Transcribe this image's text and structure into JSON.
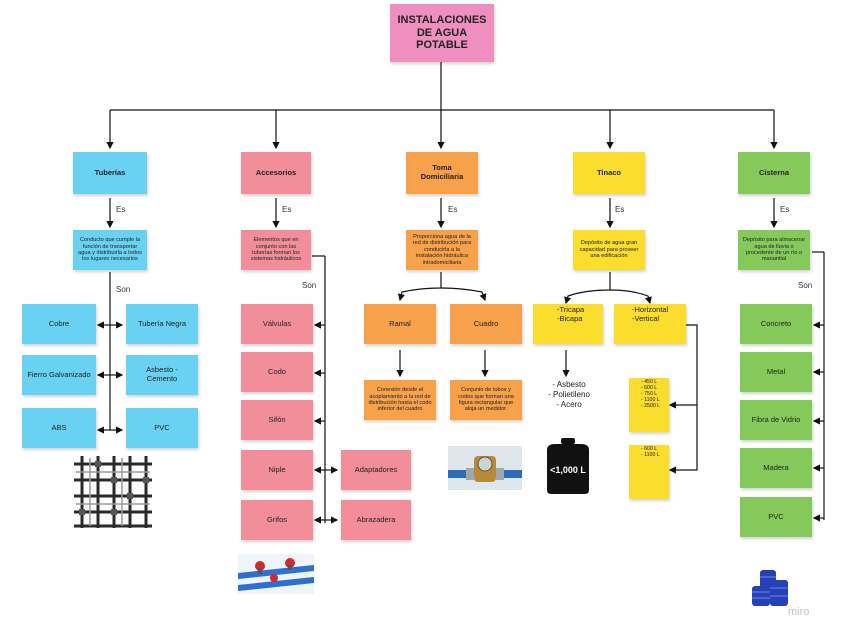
{
  "title": "INSTALACIONES DE AGUA POTABLE",
  "connectors": {
    "es": "Es",
    "son": "Son"
  },
  "columns": {
    "tuberias": {
      "header": "Tuberías",
      "description": "Conducto que cumple la función de transportar agua y distribuirla a todos los lugares necesarios",
      "items": [
        "Cobre",
        "Tubería Negra",
        "Fierro Galvanizado",
        "Asbesto - Cemento",
        "ABS",
        "PVC"
      ]
    },
    "accesorios": {
      "header": "Accesorios",
      "description": "Elementos que en conjunto con las tuberías forman los sistemas hidráulicos",
      "items": [
        "Válvulas",
        "Codo",
        "Sifón",
        "Niple",
        "Grifos",
        "Adaptadores",
        "Abrazadera"
      ]
    },
    "toma": {
      "header": "Toma Domiciliaria",
      "description": "Proporciona agua de la red de distribución para conducirla a la instalación hidráulica intradomiciliaria",
      "ramal": "Ramal",
      "ramal_desc": "Conexión desde el acoplamiento a la red de distribución hasta el codo inferior del cuadro",
      "cuadro": "Cuadro",
      "cuadro_desc": "Conjunto de tubos y codos que forman una figura rectangular que aloja un medidor."
    },
    "tinaco": {
      "header": "Tinaco",
      "description": "Depósito de agua gran capacidad para proveer una edificación",
      "tricapa": [
        "-Tricapa",
        "-Bicapa"
      ],
      "horizontal": [
        "-Horizontal",
        "-Vertical"
      ],
      "materials": [
        "- Asbesto",
        "- Polietileno",
        "- Acero"
      ],
      "tank_label": "<1,000 L",
      "sizes_a": [
        "- 450 L",
        "- 600 L",
        "- 750 L",
        "- 1100 L",
        "- 2500 L"
      ],
      "sizes_b": [
        "- 600 L",
        "- 1100 L"
      ]
    },
    "cisterna": {
      "header": "Cisterna",
      "description": "Depósito para almacenar agua de lluvia o procedente de un río o manantial",
      "items": [
        "Concreto",
        "Metal",
        "Fibra de Vidrio",
        "Madera",
        "PVC"
      ]
    }
  },
  "watermark": "miro",
  "colors": {
    "title": "#ef8fbf",
    "blue": "#69d2f3",
    "pink": "#f18e99",
    "orange": "#f7a14b",
    "yellow": "#fbdd2e",
    "green": "#86c95b"
  }
}
